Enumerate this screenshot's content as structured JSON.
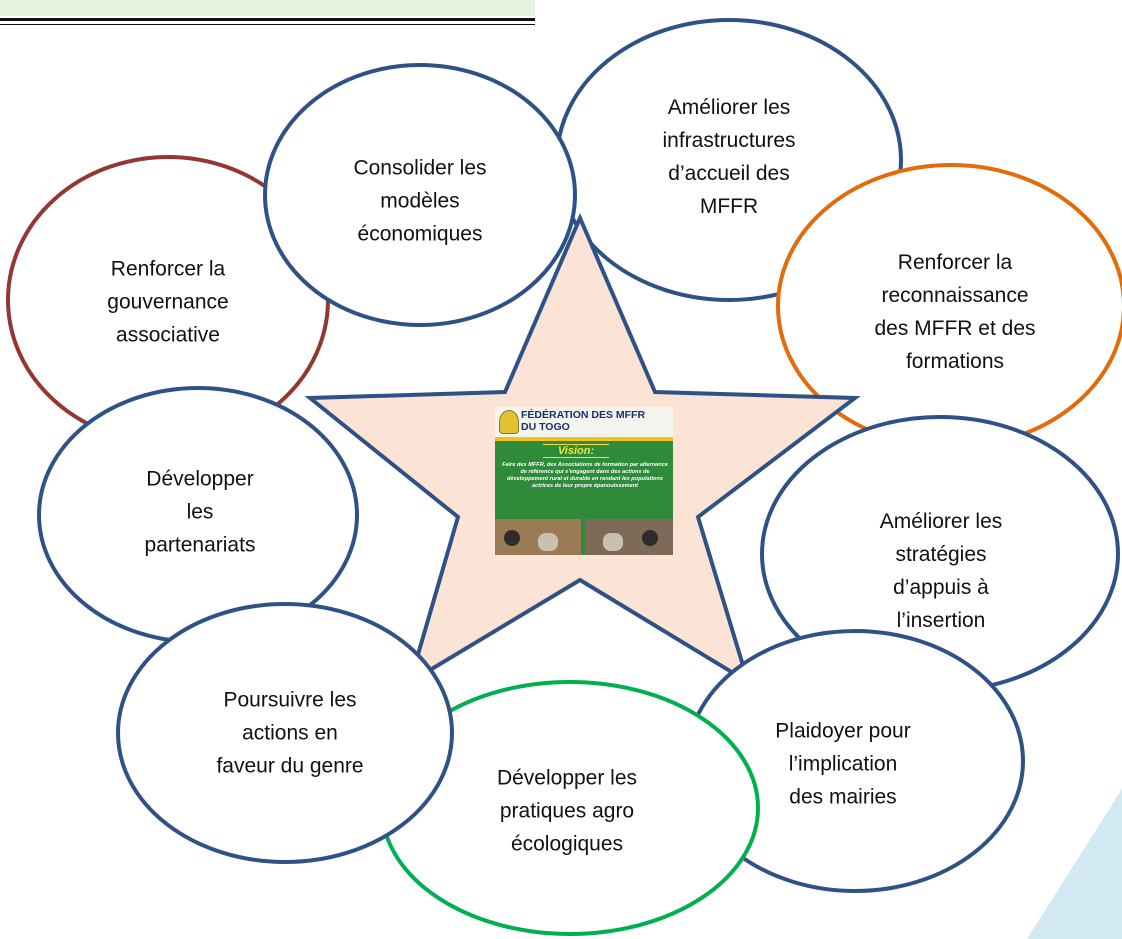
{
  "nodes": [
    {
      "id": "infrastructures",
      "lines": [
        "Améliorer les",
        "infrastructures",
        "d’accueil des",
        "MFFR"
      ],
      "color": "#2f5286"
    },
    {
      "id": "modeles",
      "lines": [
        "Consolider les",
        "modèles",
        "économiques"
      ],
      "color": "#2f5286"
    },
    {
      "id": "gouvernance",
      "lines": [
        "Renforcer la",
        "gouvernance",
        "associative"
      ],
      "color": "#943634"
    },
    {
      "id": "reconnaissance",
      "lines": [
        "Renforcer la",
        "reconnaissance",
        "des MFFR et des",
        "formations"
      ],
      "color": "#e36c0a"
    },
    {
      "id": "partenariats",
      "lines": [
        "Développer",
        "les",
        "partenariats"
      ],
      "color": "#2f5286"
    },
    {
      "id": "insertion",
      "lines": [
        "Améliorer les",
        "stratégies",
        "d’appuis à",
        "l’insertion"
      ],
      "color": "#2f5286"
    },
    {
      "id": "genre",
      "lines": [
        "Poursuivre les",
        "actions en",
        "faveur du genre"
      ],
      "color": "#2f5286"
    },
    {
      "id": "mairies",
      "lines": [
        "Plaidoyer pour",
        "l’implication",
        "des mairies"
      ],
      "color": "#2f5286"
    },
    {
      "id": "agroecologie",
      "lines": [
        "Développer les",
        "pratiques agro",
        "écologiques"
      ],
      "color": "#00b050"
    }
  ],
  "star": {
    "fill": "#fbe4d5",
    "stroke": "#2f5286"
  },
  "poster": {
    "title_line1": "FÉDÉRATION DES MFFR",
    "title_line2": "DU TOGO",
    "vision_label": "Vision:",
    "vision_text": "Faire des MFFR, des Associations de formation par alternance de référence qui s’engagent dans des actions de développement rural et durable en rendant les populations actrices de leur propre épanouissement"
  }
}
